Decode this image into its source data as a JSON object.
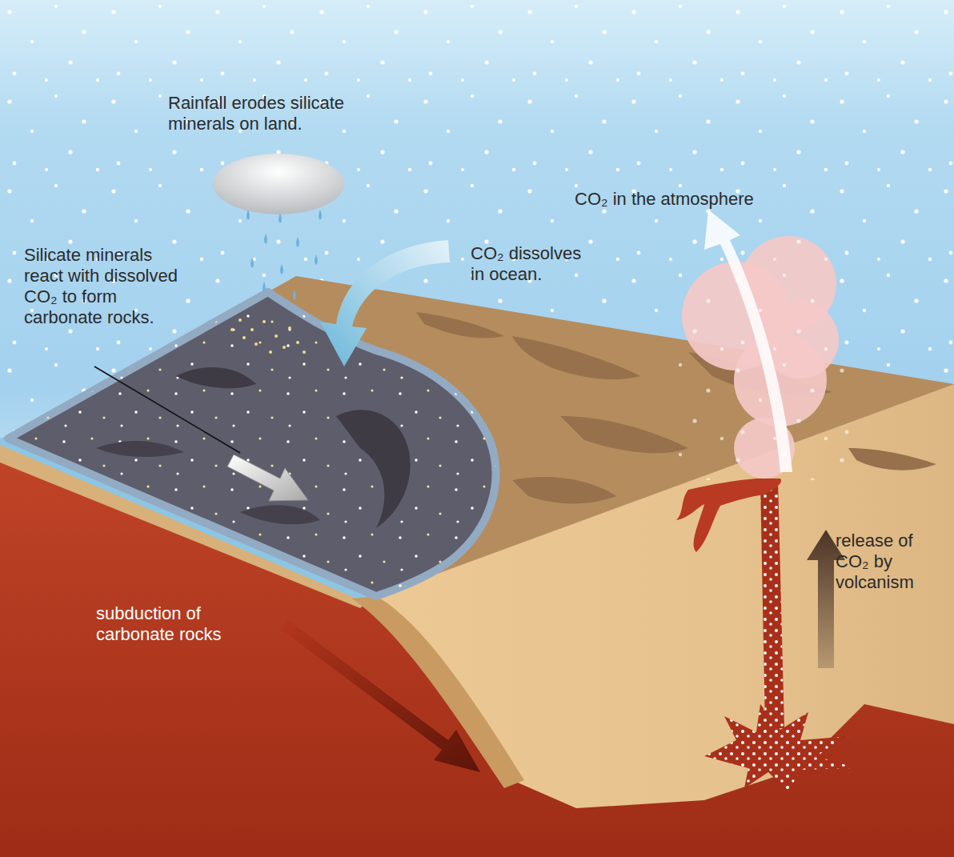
{
  "diagram": {
    "labels": [
      "Rainfall erodes silicate minerals on land.",
      "CO₂ in the atmosphere",
      "Silicate minerals react with dissolved CO₂ to form carbonate rocks.",
      "CO₂ dissolves in ocean.",
      "subduction of carbonate rocks",
      "release of CO₂ by volcanism"
    ]
  }
}
